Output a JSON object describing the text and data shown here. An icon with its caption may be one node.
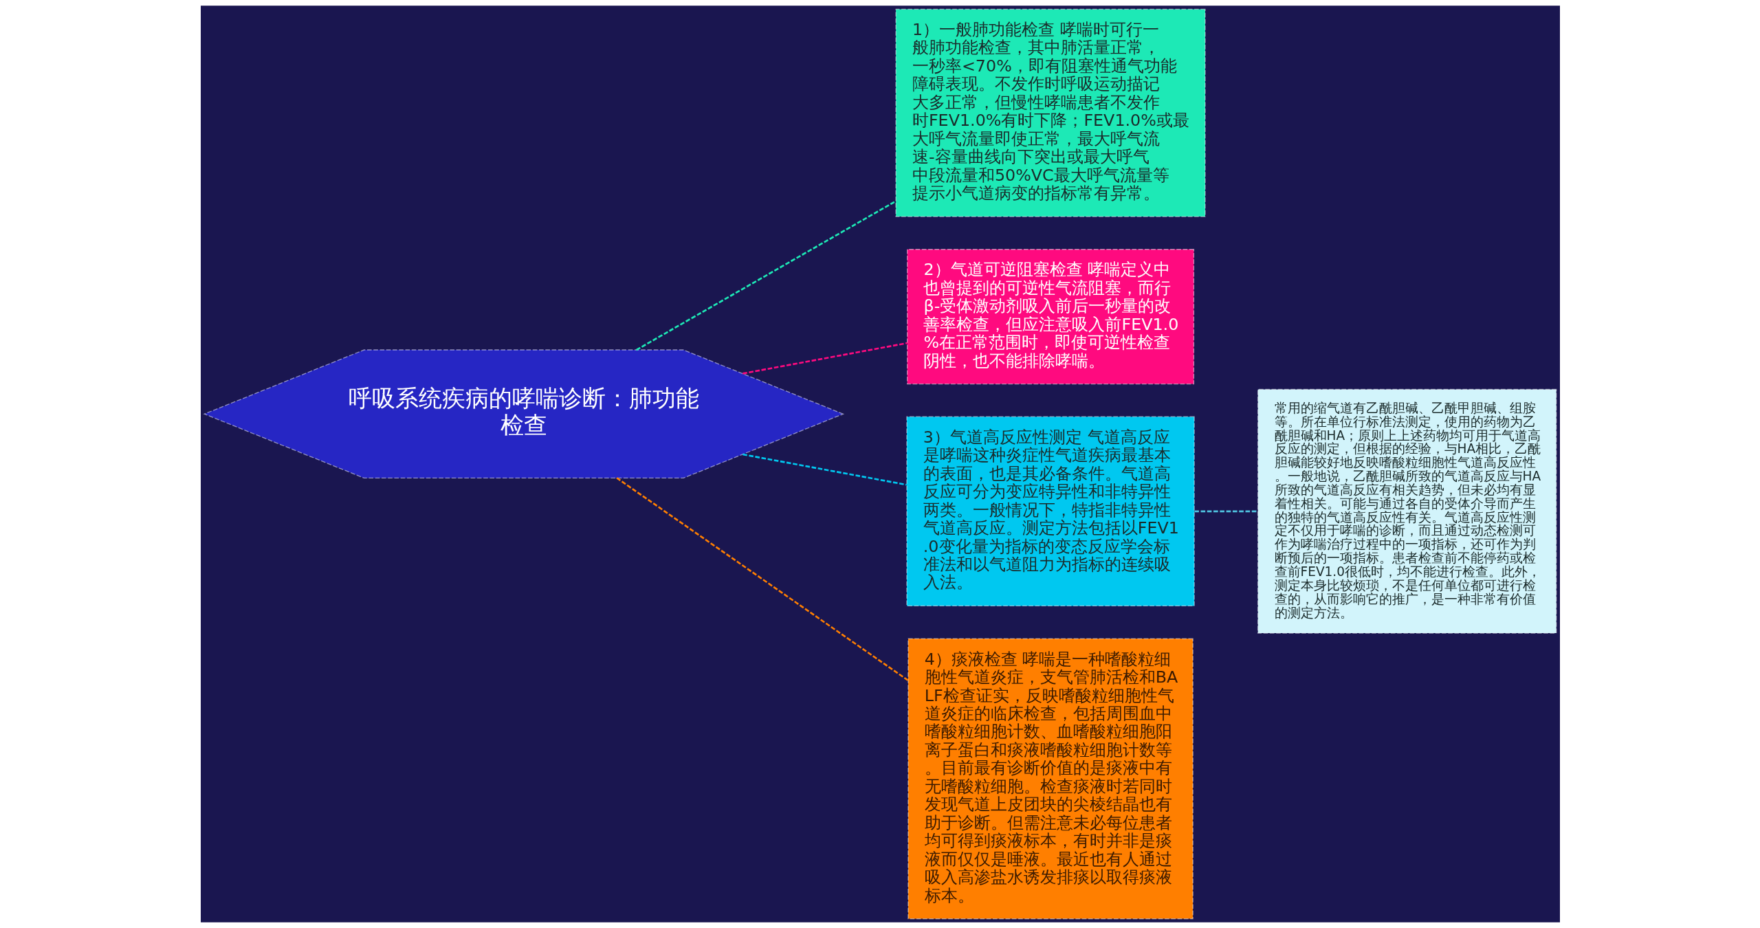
{
  "diagram": {
    "nodes": [
      {
        "text": [
          "呼吸系统疾病的哮喘诊断：肺功能检查"
        ]
      },
      {
        "text": [
          "1）一般肺功能检查 哮喘时可行一般肺功能检查，其中肺活量正常，一秒率<70%，即有阻塞性通气功能障碍表现。不发作时呼吸运动描记大多正常，但慢性哮喘患者不发作时FEV1.0%有时下降；FEV1.0%或最大呼气流量即使正常，最大呼气流速-容量曲线向下突出或最大呼气中段流量和50%VC最大呼气流量等提示小气道病变的指标常有异常。"
        ]
      },
      {
        "text": [
          "2）气道可逆阻塞检查 哮喘定义中也曾提到的可逆性气流阻塞，而行β-受体激动剂吸入前后一秒量的改善率检查，但应注意吸入前FEV1.0%在正常范围时，即使可逆性检查阴性，也不能排除哮喘。"
        ]
      },
      {
        "text": [
          "3）气道高反应性测定 气道高反应是哮喘这种炎症性气道疾病最基本的表面，也是其必备条件。气道高反应可分为变应特异性和非特异性两类。一般情况下，特指非特异性气道高反应。测定方法包括以FEV1.0变化量为指标的变态反应学会标准法和以气道阻力为指标的连续吸入法。"
        ]
      },
      {
        "text": [
          "常用的缩气道有乙酰胆碱、乙酰甲胆碱、组胺等。所在单位行标准法测定，使用的药物为乙酰胆碱和HA；原则上上述药物均可用于气道高反应的测定，但根据的经验，与HA相比，乙酰胆碱能较好地反映嗜酸粒细胞性气道高反应性。一般地说，乙酰胆碱所致的气道高反应与HA所致的气道高反应有相关趋势，但未必均有显着性相关。可能与通过各自的受体介导而产生的独特的气道高反应性有关。气道高反应性测定不仅用于哮喘的诊断，而且通过动态检测可作为哮喘治疗过程中的一项指标，还可作为判断预后的一项指标。患者检查前不能停药或检查前FEV1.0很低时，均不能进行检查。此外，测定本身比较烦琐，不是任何单位都可进行检查的，从而影响它的推广，是一种非常有价值的测定方法。"
        ]
      },
      {
        "text": [
          "4）痰液检查 哮喘是一种嗜酸粒细胞性气道炎症，支气管肺活检和BALF检查证实，反映嗜酸粒细胞性气道炎症的临床检查，包括周围血中嗜酸粒细胞计数、血嗜酸粒细胞阳离子蛋白和痰液嗜酸粒细胞计数等。目前最有诊断价值的是痰液中有无嗜酸粒细胞。检查痰液时若同时发现气道上皮团块的尖棱结晶也有助于诊断。但需注意未必每位患者均可得到痰液标本，有时并非是痰液而仅仅是唾液。最近也有人通过吸入高渗盐水诱发排痰以取得痰液标本。"
        ]
      }
    ],
    "edges": [
      {
        "from": 0,
        "to": 1,
        "arrow": "none",
        "style": "dashed",
        "color": "#1de9b6"
      },
      {
        "from": 0,
        "to": 2,
        "arrow": "none",
        "style": "dashed",
        "color": "#ff0a7f"
      },
      {
        "from": 0,
        "to": 3,
        "arrow": "none",
        "style": "dashed",
        "color": "#00c8f0"
      },
      {
        "from": 3,
        "to": 4,
        "arrow": "none",
        "style": "dashed",
        "color": "#4fc3e0"
      },
      {
        "from": 0,
        "to": 5,
        "arrow": "none",
        "style": "dashed",
        "color": "#ff7f00"
      }
    ]
  }
}
